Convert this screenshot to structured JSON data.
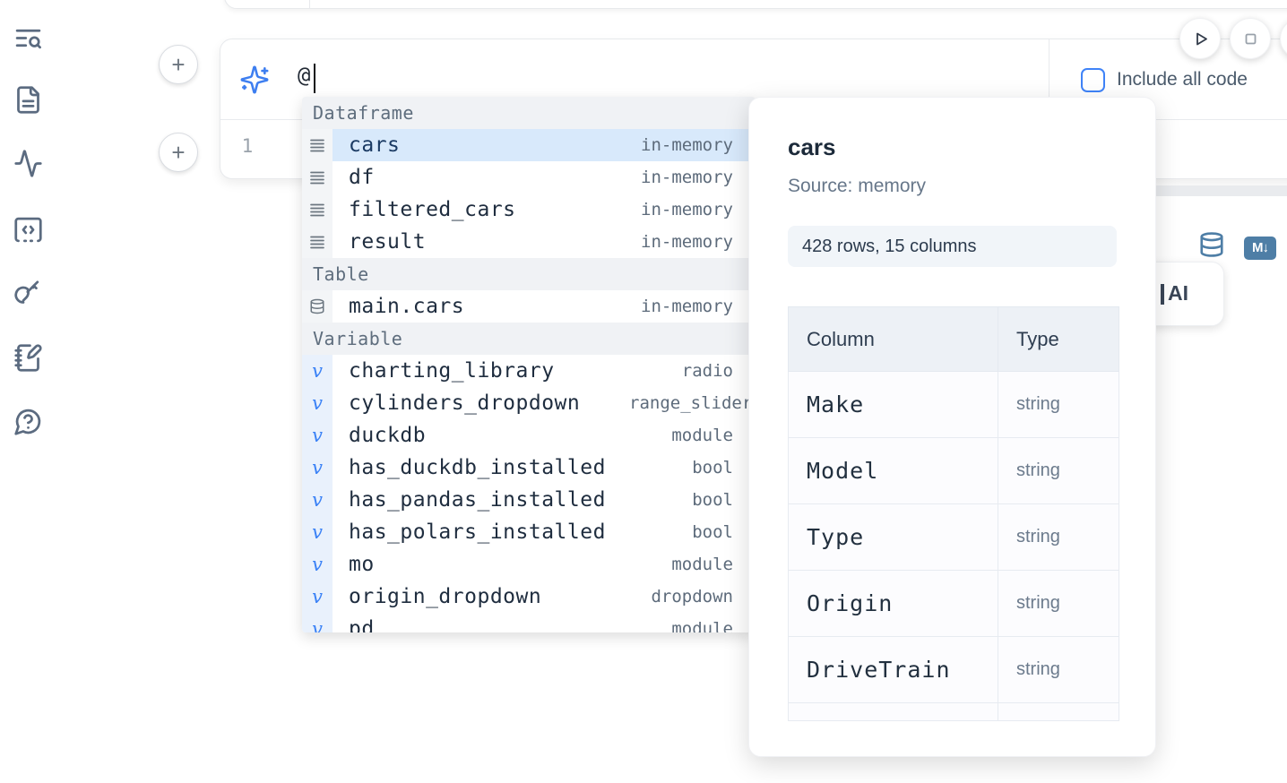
{
  "sidebar": {
    "items": [
      {
        "id": "search",
        "icon": "list-search-icon"
      },
      {
        "id": "files",
        "icon": "file-icon"
      },
      {
        "id": "logs",
        "icon": "activity-icon"
      },
      {
        "id": "snippets",
        "icon": "code-block-icon"
      },
      {
        "id": "secrets",
        "icon": "key-icon"
      },
      {
        "id": "scratchpad",
        "icon": "notebook-pen-icon"
      },
      {
        "id": "help",
        "icon": "help-chat-icon"
      }
    ]
  },
  "cell_controls": {
    "add_button_label": "+"
  },
  "ai_prompt": {
    "value": "@",
    "include_all_code_label": "Include all code",
    "include_all_code_checked": false
  },
  "editor": {
    "line_number": "1"
  },
  "cell_actions": {
    "markdown_badge": "M↓"
  },
  "ai_button": {
    "label": "AI"
  },
  "autocomplete": {
    "sections": [
      {
        "label": "Dataframe",
        "kind": "dataframe",
        "items": [
          {
            "name": "cars",
            "type": "in-memory",
            "selected": true
          },
          {
            "name": "df",
            "type": "in-memory"
          },
          {
            "name": "filtered_cars",
            "type": "in-memory"
          },
          {
            "name": "result",
            "type": "in-memory"
          }
        ]
      },
      {
        "label": "Table",
        "kind": "table",
        "items": [
          {
            "name": "main.cars",
            "type": "in-memory"
          }
        ]
      },
      {
        "label": "Variable",
        "kind": "variable",
        "items": [
          {
            "name": "charting_library",
            "type": "radio"
          },
          {
            "name": "cylinders_dropdown",
            "type": "range_slider"
          },
          {
            "name": "duckdb",
            "type": "module"
          },
          {
            "name": "has_duckdb_installed",
            "type": "bool"
          },
          {
            "name": "has_pandas_installed",
            "type": "bool"
          },
          {
            "name": "has_polars_installed",
            "type": "bool"
          },
          {
            "name": "mo",
            "type": "module"
          },
          {
            "name": "origin_dropdown",
            "type": "dropdown"
          },
          {
            "name": "pd",
            "type": "module"
          }
        ]
      }
    ]
  },
  "preview": {
    "title": "cars",
    "source": "Source: memory",
    "shape": "428 rows, 15 columns",
    "table": {
      "headers": [
        "Column",
        "Type"
      ],
      "rows": [
        {
          "column": "Make",
          "type": "string"
        },
        {
          "column": "Model",
          "type": "string"
        },
        {
          "column": "Type",
          "type": "string"
        },
        {
          "column": "Origin",
          "type": "string"
        },
        {
          "column": "DriveTrain",
          "type": "string"
        }
      ]
    }
  },
  "colors": {
    "accent_blue": "#3f83f8",
    "steel_blue": "#4e7ea6",
    "selection_bg": "#d8e9fb",
    "icon_slate": "#5b6b80"
  }
}
